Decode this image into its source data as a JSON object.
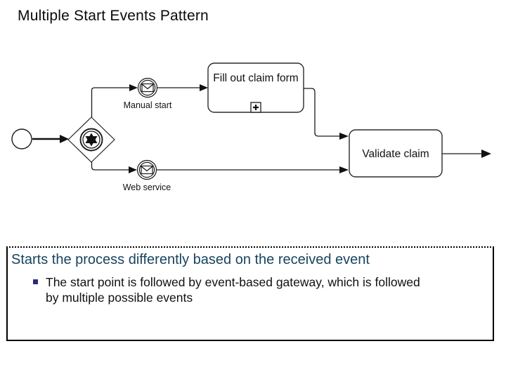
{
  "slide": {
    "title": "Multiple Start Events Pattern",
    "background_color": "#ffffff"
  },
  "diagram": {
    "type": "bpmn-process",
    "start_event": {
      "kind": "none-start-event"
    },
    "gateway": {
      "kind": "event-based-gateway",
      "symbol": "six-pointed-star-in-double-circle"
    },
    "events": [
      {
        "label": "Manual start",
        "icon": "message-envelope-icon",
        "kind": "intermediate-catch-message-event"
      },
      {
        "label": "Web service",
        "icon": "message-envelope-icon",
        "kind": "intermediate-catch-message-event"
      }
    ],
    "tasks": [
      {
        "label": "Fill out claim form",
        "marker": "collapsed-subprocess-plus"
      },
      {
        "label": "Validate claim"
      }
    ],
    "flows": [
      "start-event to event-based-gateway",
      "event-based-gateway to Manual start",
      "event-based-gateway to Web service",
      "Manual start to Fill out claim form",
      "Fill out claim form to Validate claim",
      "Web service to Validate claim",
      "Validate claim to outgoing edge"
    ],
    "line_color": "#1a1a1a"
  },
  "notes": {
    "heading": "Starts the process differently based on the received event",
    "heading_color": "#17455E",
    "bullet_color": "#2B2B7A",
    "bullets": [
      "The start point is followed by event-based gateway, which is followed\nby multiple possible events"
    ]
  }
}
